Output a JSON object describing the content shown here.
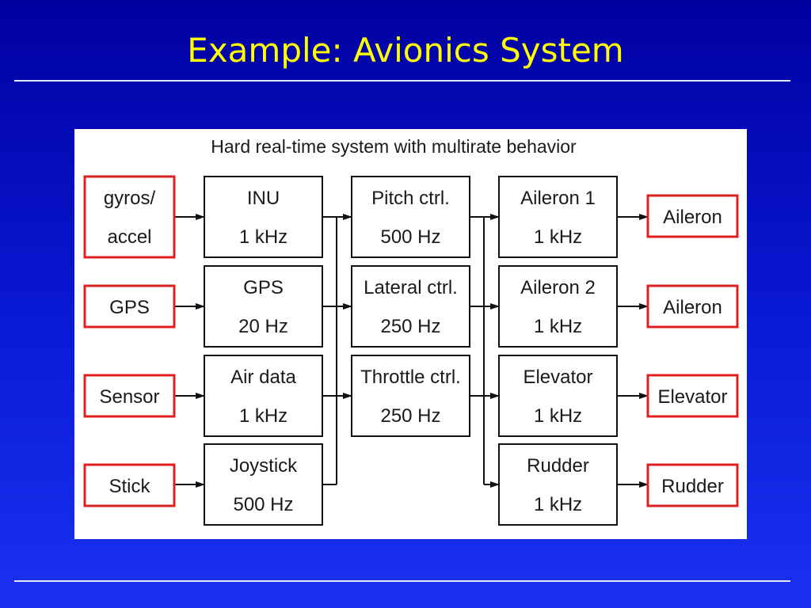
{
  "slide": {
    "title": "Example: Avionics System"
  },
  "diagram": {
    "title": "Hard real-time system with multirate behavior",
    "colors": {
      "sensor_border": "#e02020",
      "task_border": "#111111",
      "connector": "#111111"
    },
    "inputs": [
      {
        "line1": "gyros/",
        "line2": "accel"
      },
      {
        "line1": "GPS"
      },
      {
        "line1": "Sensor"
      },
      {
        "line1": "Stick"
      }
    ],
    "acquisition_tasks": [
      {
        "name": "INU",
        "rate": "1 kHz"
      },
      {
        "name": "GPS",
        "rate": "20 Hz"
      },
      {
        "name": "Air data",
        "rate": "1 kHz"
      },
      {
        "name": "Joystick",
        "rate": "500 Hz"
      }
    ],
    "control_tasks": [
      {
        "name": "Pitch ctrl.",
        "rate": "500 Hz"
      },
      {
        "name": "Lateral ctrl.",
        "rate": "250 Hz"
      },
      {
        "name": "Throttle ctrl.",
        "rate": "250 Hz"
      }
    ],
    "actuator_tasks": [
      {
        "name": "Aileron 1",
        "rate": "1 kHz"
      },
      {
        "name": "Aileron 2",
        "rate": "1 kHz"
      },
      {
        "name": "Elevator",
        "rate": "1 kHz"
      },
      {
        "name": "Rudder",
        "rate": "1 kHz"
      }
    ],
    "outputs": [
      {
        "label": "Aileron"
      },
      {
        "label": "Aileron"
      },
      {
        "label": "Elevator"
      },
      {
        "label": "Rudder"
      }
    ]
  }
}
